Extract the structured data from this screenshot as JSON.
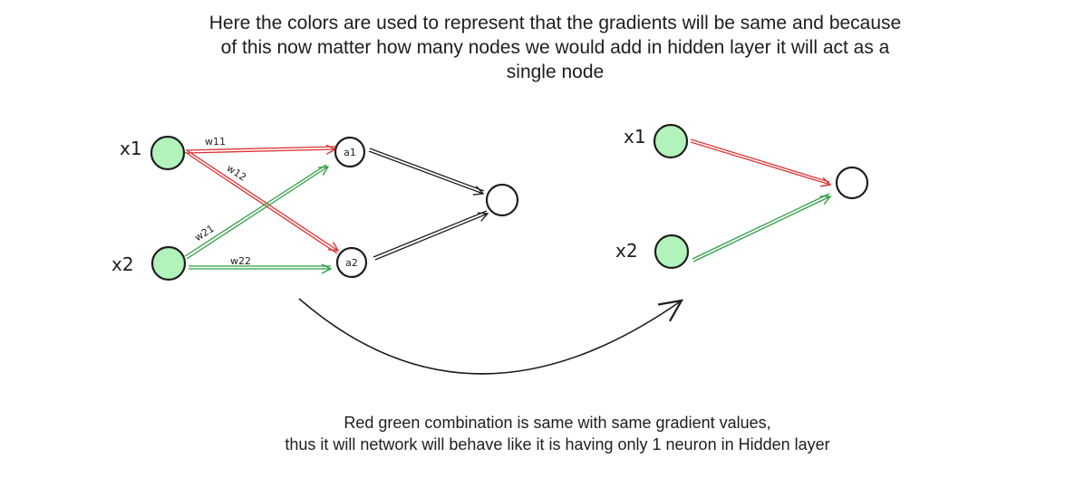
{
  "top_caption": {
    "line1": "Here the colors are used to represent that the gradients will be same and because",
    "line2": "of this now matter how many nodes we would add in hidden layer it will act as a",
    "line3": "single node"
  },
  "bottom_caption": {
    "line1": "Red green combination is same with same gradient values,",
    "line2": "thus it will network will behave like it is having only 1 neuron in Hidden layer"
  },
  "left_network": {
    "input_labels": [
      "x1",
      "x2"
    ],
    "hidden_labels": [
      "a1",
      "a2"
    ],
    "weight_labels": {
      "w11": "w11",
      "w12": "w12",
      "w21": "w21",
      "w22": "w22"
    }
  },
  "right_network": {
    "input_labels": [
      "x1",
      "x2"
    ]
  },
  "colors": {
    "input_node_fill": "#b2f2bb",
    "red_edge": "#e03131",
    "green_edge": "#2f9e44",
    "black_edge": "#1e1e1e",
    "text": "#1e1e1e"
  }
}
